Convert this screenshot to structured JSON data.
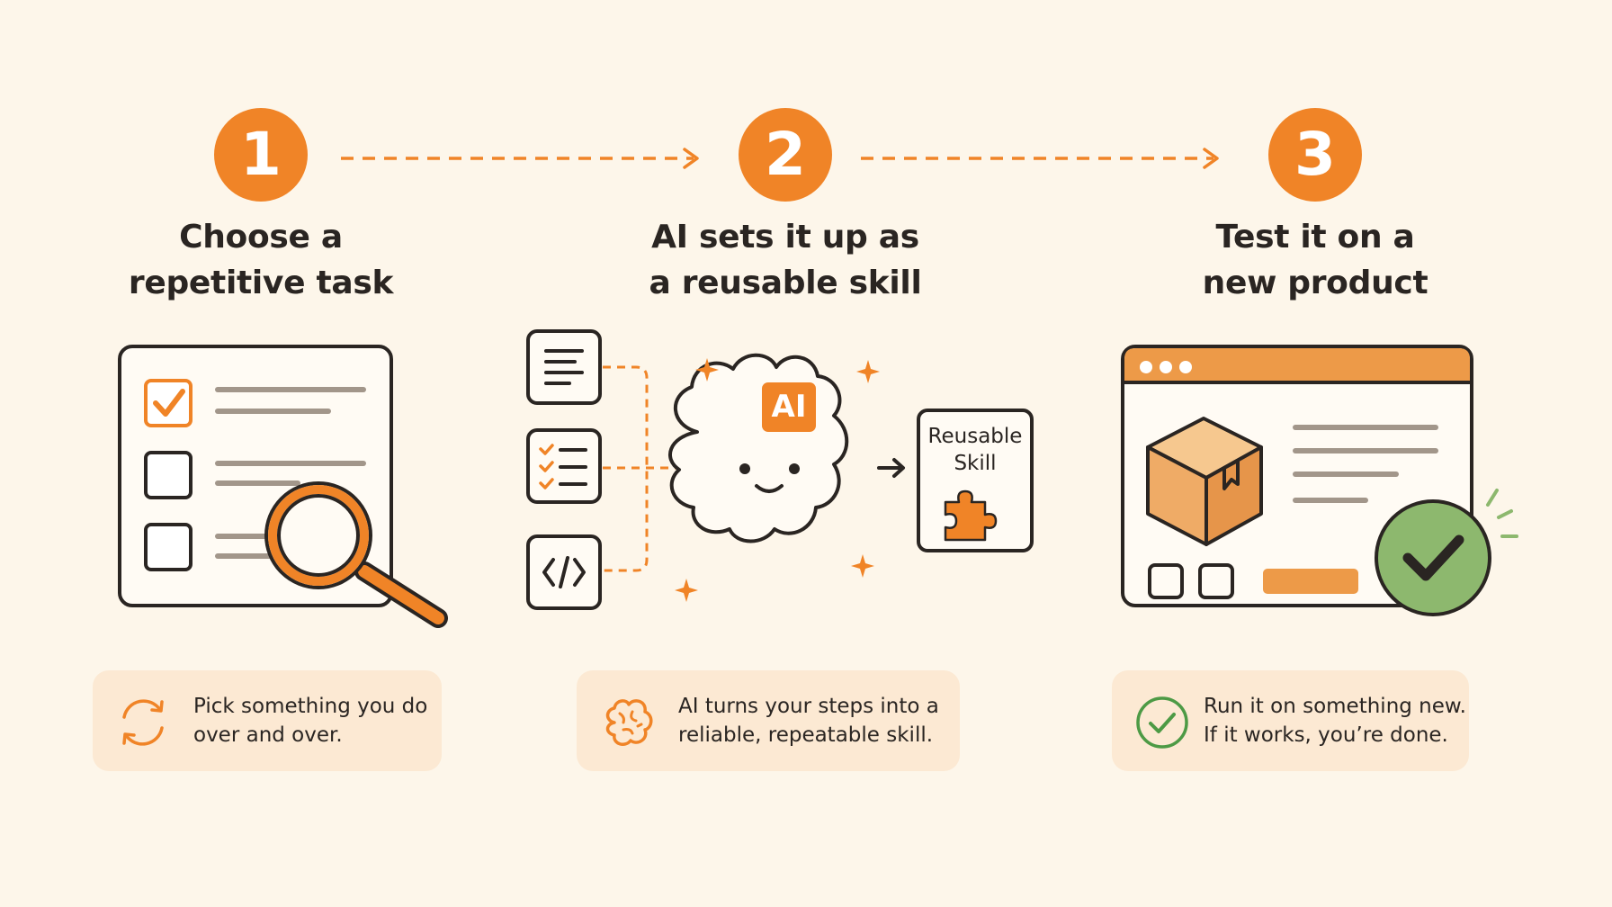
{
  "steps": [
    {
      "number": "1",
      "title_lines": [
        "Choose a",
        "repetitive task"
      ],
      "caption_lines": [
        "Pick something you do",
        "over and over."
      ],
      "caption_icon": "refresh-cycle-icon"
    },
    {
      "number": "2",
      "title_lines": [
        "AI sets it up as",
        "a reusable skill"
      ],
      "caption_lines": [
        "AI turns your steps into a",
        "reliable, repeatable skill."
      ],
      "caption_icon": "brain-icon",
      "ai_badge": "AI",
      "skill_card_lines": [
        "Reusable",
        "Skill"
      ]
    },
    {
      "number": "3",
      "title_lines": [
        "Test it on a",
        "new product"
      ],
      "caption_lines": [
        "Run it on something new.",
        "If it works, you’re done."
      ],
      "caption_icon": "check-circle-icon"
    }
  ],
  "colors": {
    "background": "#FDF6EA",
    "accent": "#F08427",
    "card": "#FCE9D3",
    "ink": "#2A2522",
    "success": "#8DB86E",
    "success_ink": "#4D9A45"
  }
}
